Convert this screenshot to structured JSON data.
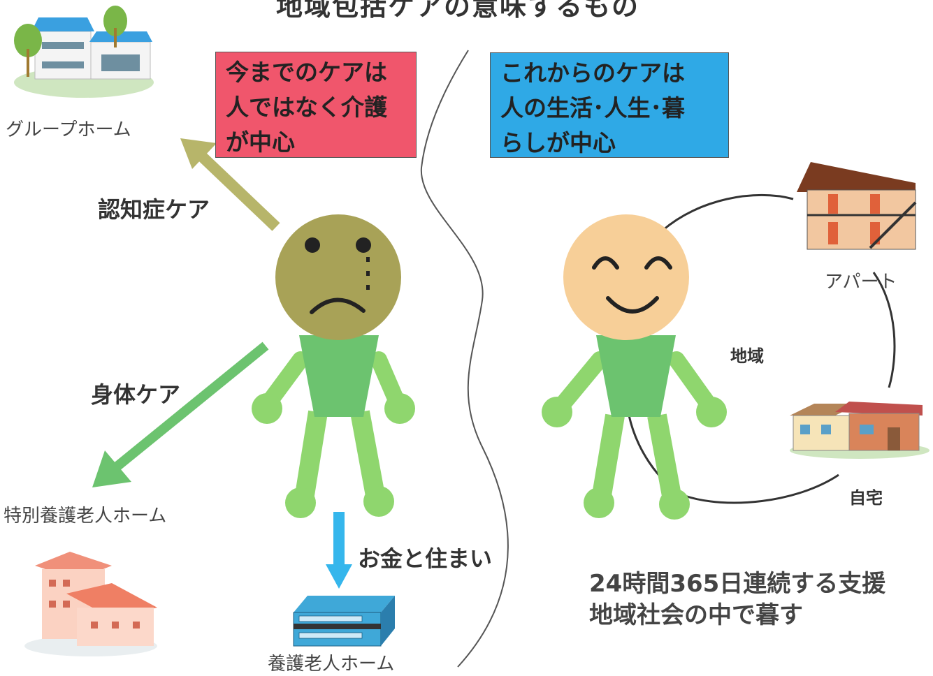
{
  "title": "地域包括ケアの意味するもの",
  "old_care": {
    "line1": "今までのケアは",
    "line2": "人ではなく介護",
    "line3": "が中心"
  },
  "new_care": {
    "line1": "これからのケアは",
    "line2": "人の生活･人生･暮",
    "line3": "らしが中心"
  },
  "arrows": {
    "dementia_care": "認知症ケア",
    "physical_care": "身体ケア",
    "money_housing": "お金と住まい"
  },
  "facilities": {
    "group_home": "グループホーム",
    "special_nursing_home": "特別養護老人ホーム",
    "nursing_home": "養護老人ホーム"
  },
  "community": {
    "label": "地域",
    "apartment": "アパート",
    "own_home": "自宅"
  },
  "bottom_text": {
    "line1": "24時間365日連続する支援",
    "line2": "地域社会の中で暮す"
  },
  "colors": {
    "old_box": "#f0566c",
    "new_box": "#2fa9e6",
    "body_green": "#8fd66e",
    "torso_green": "#6cc36f",
    "sad_face": "#a8a257",
    "happy_face": "#f7cf98",
    "arrow_olive": "#b7b56a",
    "arrow_green": "#6cc36f",
    "arrow_blue": "#35b6ec"
  }
}
